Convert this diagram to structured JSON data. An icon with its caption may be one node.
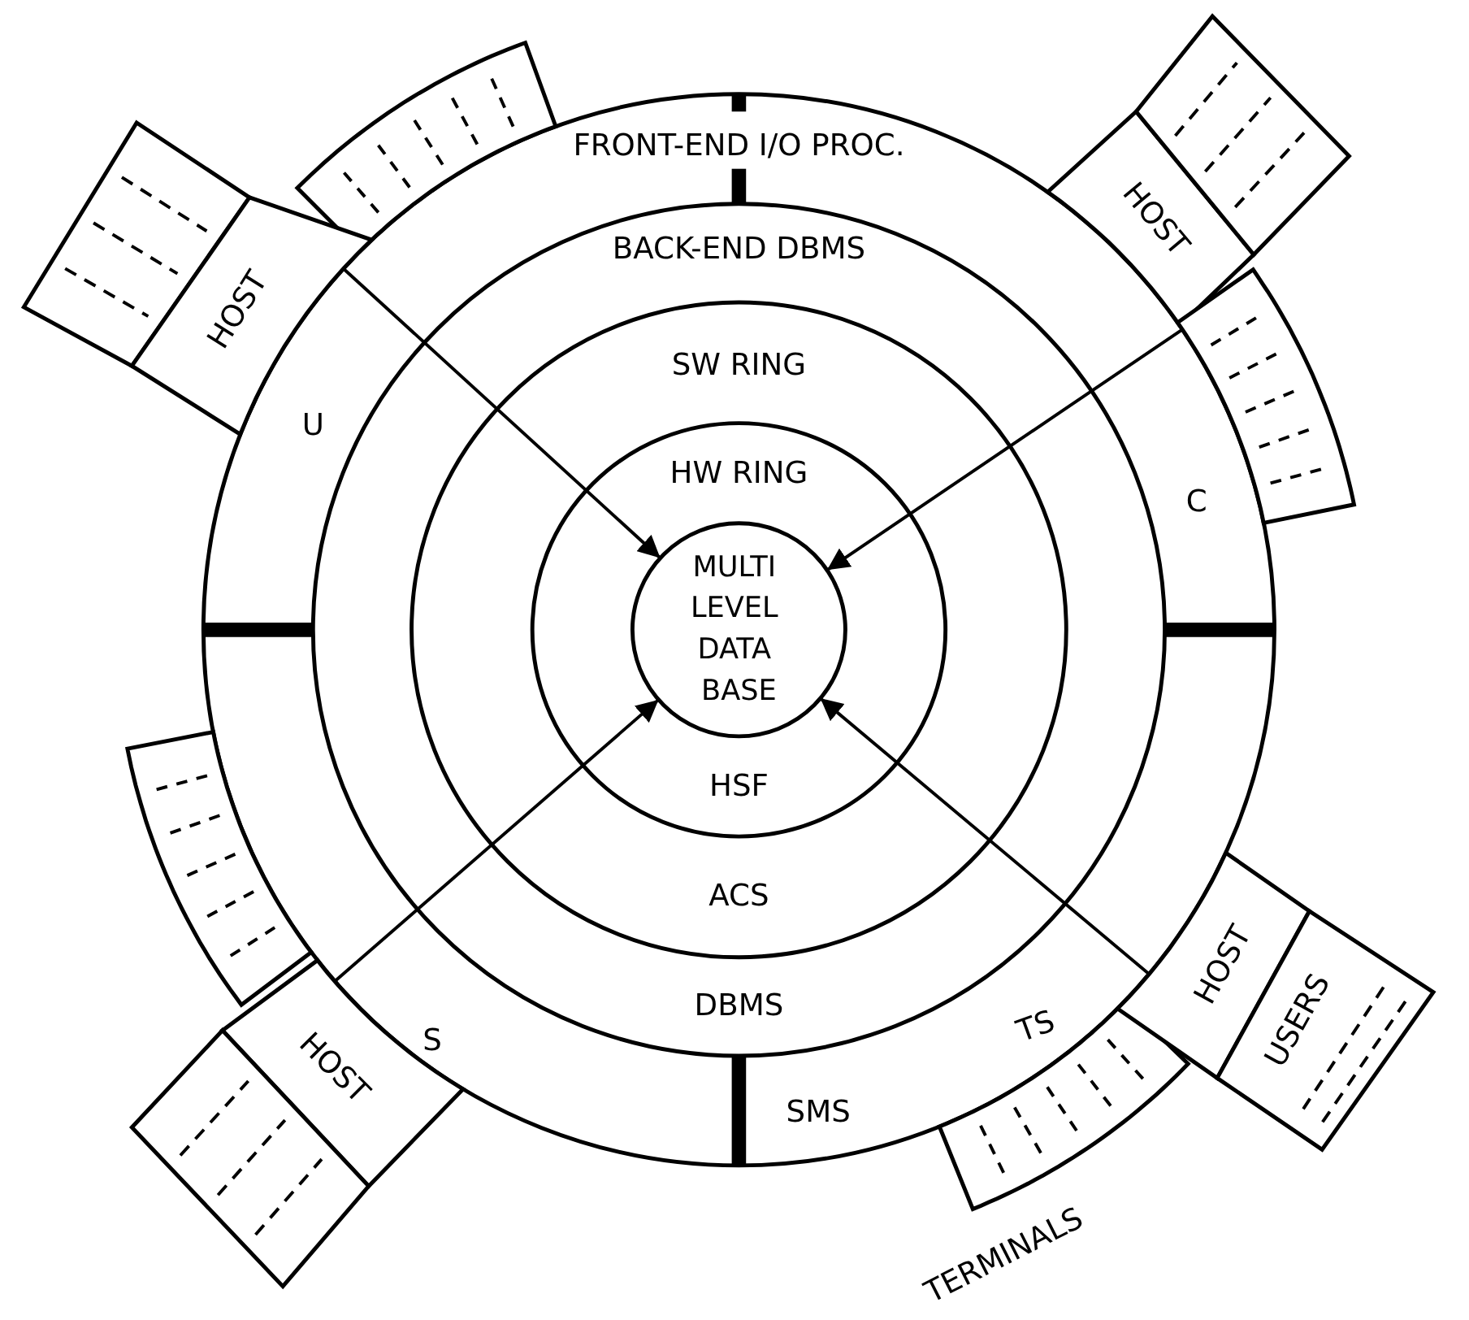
{
  "diagram": {
    "nodes": [
      {
        "text": [
          "FRONT-END I/O PROC.",
          "U",
          "C",
          "S",
          "TS",
          "SMS"
        ]
      },
      {
        "text": [
          "BACK-END DBMS",
          "DBMS"
        ],
        "in": 0
      },
      {
        "text": [
          "SW RING",
          "ACS"
        ],
        "in": 1
      },
      {
        "text": [
          "HW RING",
          "HSF"
        ],
        "in": 2
      },
      {
        "text": [
          "MULTI LEVEL DATA BASE"
        ],
        "in": 3
      },
      {
        "text": [],
        "shape": "box"
      },
      {
        "text": [],
        "shape": "box"
      },
      {
        "text": [
          "HOST"
        ]
      },
      {
        "text": [
          "HOST"
        ]
      },
      {
        "text": [],
        "shape": "box"
      },
      {
        "text": [],
        "shape": "box"
      },
      {
        "text": [],
        "shape": "box"
      },
      {
        "text": [
          "HOST"
        ]
      },
      {
        "text": [],
        "shape": "box"
      },
      {
        "text": [
          "TERMINALS"
        ]
      },
      {
        "text": [
          "HOST"
        ]
      },
      {
        "text": [
          "USERS"
        ]
      }
    ],
    "edges": [
      {
        "from": 7,
        "to": 4,
        "arrow": "to"
      },
      {
        "from": 8,
        "to": 4,
        "arrow": "to"
      },
      {
        "from": 12,
        "to": 4,
        "arrow": "to"
      },
      {
        "from": 15,
        "to": 4,
        "arrow": "to"
      }
    ]
  }
}
